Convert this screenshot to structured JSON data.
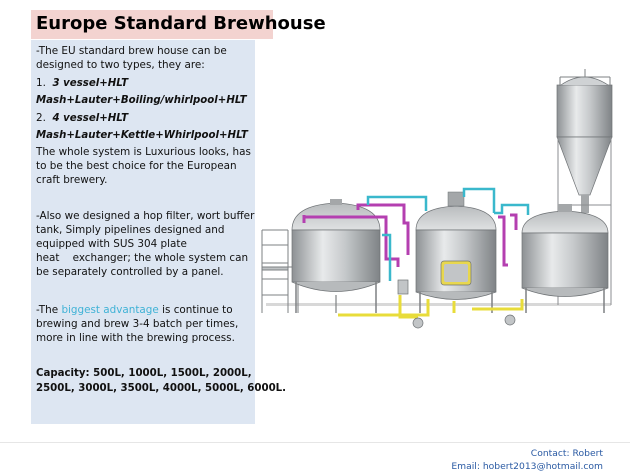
{
  "title": "Europe Standard Brewhouse",
  "paragraph1": {
    "line1": "-The EU standard brew house can be",
    "line2": "designed to two types, they are:"
  },
  "types": [
    {
      "number": "1.",
      "name": "3 vessel+HLT",
      "config": "Mash+Lauter+Boiling/whirlpool+HLT"
    },
    {
      "number": "2.",
      "name": "4 vessel+HLT",
      "config": "Mash+Lauter+Kettle+Whirlpool+HLT"
    }
  ],
  "paragraph2": {
    "line1": "The whole system is Luxurious looks, has",
    "line2": "to be the best choice for the European",
    "line3": "craft brewery."
  },
  "paragraph3": {
    "line1": "-Also we designed a hop filter, wort buffer",
    "line2": "tank, Simply pipelines designed and",
    "line3": "equipped with SUS 304 plate",
    "line4": "heat    exchanger; the whole system can",
    "line5": "be separately controlled by a panel."
  },
  "paragraph4": {
    "prefix": "-The ",
    "highlight": "biggest advantage",
    "suffix": " is continue to",
    "line2": "brewing and brew 3-4 batch per times,",
    "line3": "more in line with the brewing process."
  },
  "capacity": {
    "line1": "Capacity: 500L, 1000L, 1500L, 2000L,",
    "line2": "2500L, 3000L, 3500L, 4000L, 5000L, 6000L."
  },
  "contact": {
    "name": "Contact: Robert",
    "email": "Email: hobert2013@hotmail.com"
  },
  "colors": {
    "title_background": "#f3d3d0",
    "panel_background": "#dde6f2",
    "highlight": "#3fb2d6",
    "contact_text": "#2a5aa3",
    "pipe_magenta": "#b43fb0",
    "pipe_cyan": "#3ab8cc",
    "pipe_yellow": "#e8dc3a",
    "steel": "#c9ccce"
  },
  "illustration": "brewhouse-equipment-drawing"
}
